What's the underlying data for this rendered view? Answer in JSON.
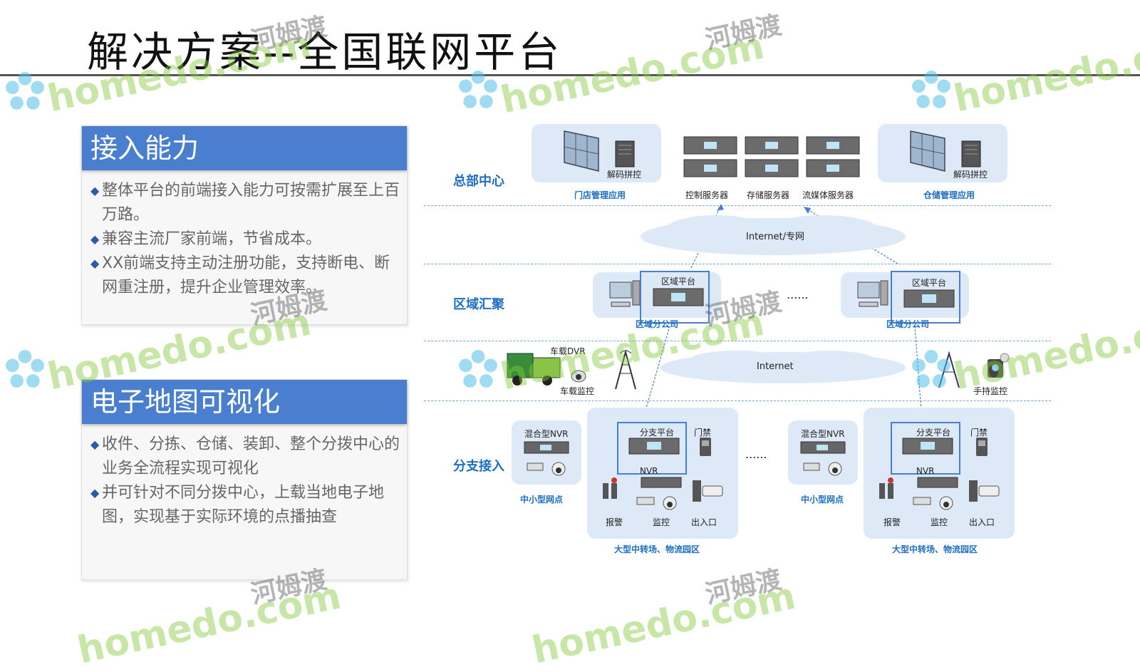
{
  "title": "解决方案--全国联网平台",
  "panels": [
    {
      "heading": "接入能力",
      "bullets": [
        "整体平台的前端接入能力可按需扩展至上百万路。",
        "兼容主流厂家前端，节省成本。",
        "XX前端支持主动注册功能，支持断电、断网重注册，提升企业管理效率。"
      ]
    },
    {
      "heading": "电子地图可视化",
      "bullets": [
        "收件、分拣、仓储、装卸、整个分拨中心的业务全流程实现可视化",
        "并可针对不同分拨中心，上载当地电子地图，实现基于实际环境的点播抽查"
      ]
    }
  ],
  "watermark": {
    "latin": "homedo.com",
    "chinese": "河姆渡"
  },
  "diagram": {
    "tiers": [
      "总部中心",
      "区域汇聚",
      "分支接入"
    ],
    "hq": {
      "store_app": {
        "device": "解码拼控",
        "caption": "门店管理应用"
      },
      "servers": [
        "控制服务器",
        "存储服务器",
        "流媒体服务器"
      ],
      "warehouse_app": {
        "device": "解码拼控",
        "caption": "仓储管理应用"
      }
    },
    "clouds": [
      "Internet/专网",
      "Internet"
    ],
    "region": {
      "platform": "区域平台",
      "caption": "区域分公司",
      "ellipsis": "......"
    },
    "mobile": {
      "dvr": "车载DVR",
      "cam": "车载监控",
      "handheld": "手持监控"
    },
    "branch": {
      "small_nvr": "混合型NVR",
      "small_caption": "中小型网点",
      "platform": "分支平台",
      "door": "门禁",
      "nvr": "NVR",
      "alarm": "报警",
      "monitor": "监控",
      "exit": "出入口",
      "large_caption": "大型中转场、物流园区",
      "ellipsis": "......"
    }
  },
  "colors": {
    "accent": "#4a7fd0",
    "tier_label": "#1e6fc4",
    "card": "#dde9f6"
  }
}
